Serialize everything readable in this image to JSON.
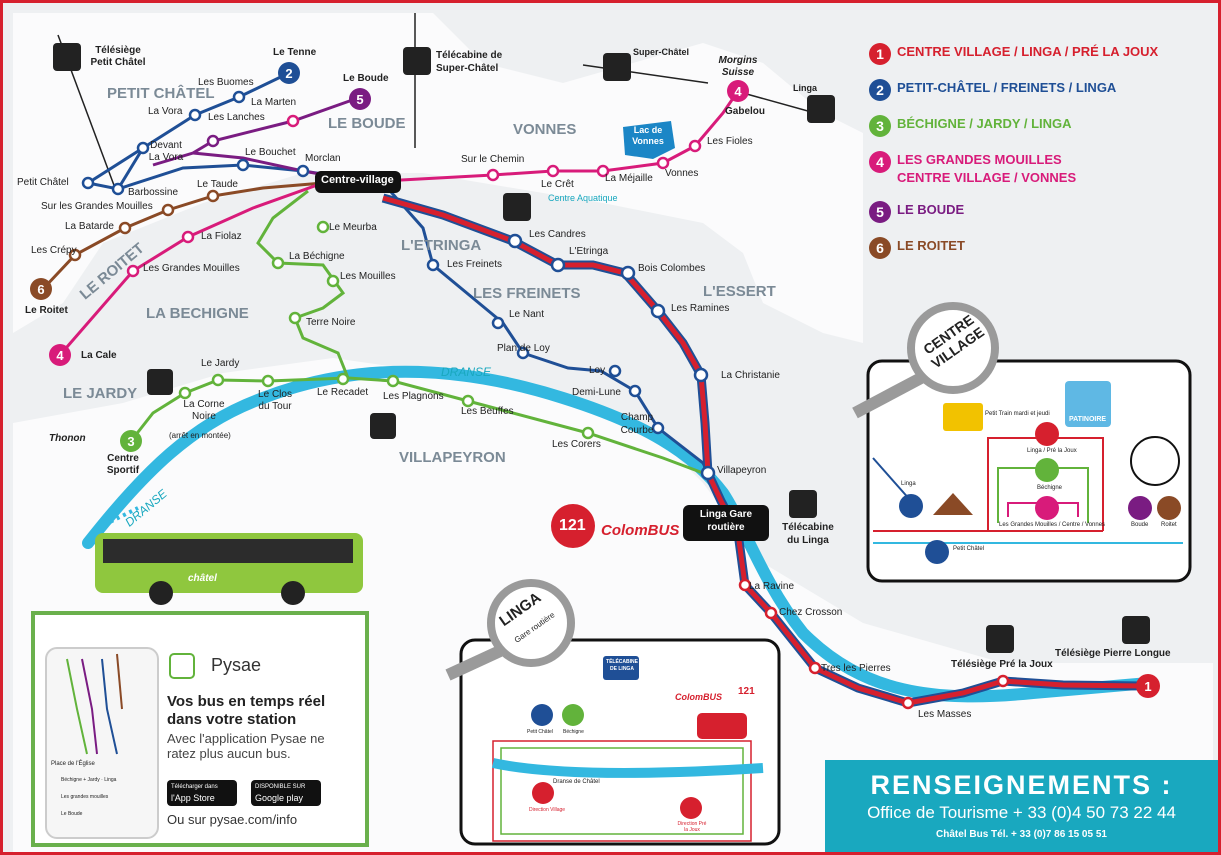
{
  "legend": {
    "items": [
      {
        "num": "1",
        "label": "CENTRE VILLAGE / LINGA / PRÉ LA JOUX",
        "color": "#d6202e"
      },
      {
        "num": "2",
        "label": "PETIT-CHÂTEL / FREINETS / LINGA",
        "color": "#1f4f96"
      },
      {
        "num": "3",
        "label": "BÉCHIGNE / JARDY / LINGA",
        "color": "#62b33b"
      },
      {
        "num": "4",
        "label": "LES GRANDES MOUILLES",
        "label2": "CENTRE VILLAGE / VONNES",
        "color": "#d81b7a"
      },
      {
        "num": "5",
        "label": "LE BOUDE",
        "color": "#7a1c82"
      },
      {
        "num": "6",
        "label": "LE ROITET",
        "color": "#8a4a26"
      }
    ]
  },
  "zones": {
    "petit_chatel": "PETIT CHÂTEL",
    "le_boude": "LE BOUDE",
    "vonnes": "VONNES",
    "le_roitet": "LE ROITET",
    "letringa": "L'ETRINGA",
    "les_freinets": "LES FREINETS",
    "lessert": "L'ESSERT",
    "la_bechigne": "LA BECHIGNE",
    "le_jardy": "LE JARDY",
    "villapeyron": "VILLAPEYRON",
    "dranse": "DRANSE"
  },
  "stops": {
    "telesiege_petit_chatel": "Télésiège Petit Châtel",
    "le_tenne": "Le Tenne",
    "les_buomes": "Les Buomes",
    "la_vora": "La Vora",
    "la_marten": "La Marten",
    "les_lanches": "Les Lanches",
    "devant_la_vora": "Devant La Vora",
    "le_bouchet": "Le Bouchet",
    "morclan": "Morclan",
    "petit_chatel": "Petit Châtel",
    "barbossine": "Barbossine",
    "le_taude": "Le Taude",
    "sur_les_grandes_mouilles": "Sur les Grandes Mouilles",
    "la_batarde": "La Batarde",
    "les_crepy": "Les Crépy",
    "le_roitet": "Le Roitet",
    "la_fiolaz": "La Fiolaz",
    "les_grandes_mouilles": "Les Grandes Mouilles",
    "la_cale": "La Cale",
    "le_meurba": "Le Meurba",
    "la_bechigne": "La Béchigne",
    "les_mouilles": "Les Mouilles",
    "terre_noire": "Terre Noire",
    "le_jardy": "Le Jardy",
    "la_corne_noire": "La Corne Noire",
    "arret_montee": "(arrêt en montée)",
    "le_clos_du_tour": "Le Clos du Tour",
    "le_recadet": "Le Recadet",
    "les_plagnons": "Les Plagnons",
    "les_beuffes": "Les Beuffes",
    "les_corers": "Les Corers",
    "centre_sportif": "Centre Sportif",
    "le_boude": "Le Boude",
    "centre_village": "Centre-village",
    "telecabine_super_chatel": "Télécabine de Super-Châtel",
    "super_chatel": "Super-Châtel",
    "morgins_suisse": "Morgins Suisse",
    "linga": "Linga",
    "gabelou": "Gabelou",
    "les_fioles": "Les Fioles",
    "vonnes": "Vonnes",
    "la_mejaille": "La Méjaille",
    "le_cret": "Le Crêt",
    "sur_le_chemin": "Sur le Chemin",
    "lac_de_vonnes": "Lac de Vonnes",
    "centre_aquatique": "Centre Aquatique",
    "les_candres": "Les Candres",
    "letringa": "L'Etringa",
    "bois_colombes": "Bois Colombes",
    "les_ramines": "Les Ramines",
    "la_christanie": "La Christanie",
    "les_freinets": "Les Freinets",
    "le_nant": "Le Nant",
    "plan_de_loy": "Plan de Loy",
    "loy": "Loy",
    "demi_lune": "Demi-Lune",
    "champ_courbe": "Champ Courbe",
    "villapeyron": "Villapeyron",
    "linga_gare": "Linga Gare routière",
    "telecabine_linga": "Télécabine du Linga",
    "la_ravine": "La Ravine",
    "chez_crosson": "Chez Crosson",
    "tres_les_pierres": "Tres les Pierres",
    "les_masses": "Les Masses",
    "telesiege_pre_la_joux": "Télésiège Pré la Joux",
    "telesiege_pierre_longue": "Télésiège Pierre Longue",
    "thonon": "Thonon"
  },
  "insets": {
    "centre_village": {
      "title": "CENTRE VILLAGE",
      "petit_train": "Petit Train mardi et jeudi",
      "patinoire": "PATINOIRE",
      "linga": "Linga",
      "petit_chatel": "Petit Châtel",
      "line1": "Linga / Pré la Joux",
      "line3": "Béchigne",
      "line4": "Les Grandes Mouilles / Centre / Vonnes",
      "boude": "Boude",
      "roitet": "Roitet"
    },
    "linga": {
      "title": "LINGA",
      "subtitle": "Gare routière",
      "telecabine": "TÉLÉCABINE DE LINGA",
      "petit_chatel": "Petit Châtel",
      "bechigne": "Béchigne",
      "dranse": "Dranse de Châtel",
      "direction_village": "Direction Village",
      "direction_pre": "Direction Pré la Joux"
    }
  },
  "bus": {
    "route_121": "121",
    "colombus": "ColomBUS",
    "brand": "châtel"
  },
  "pysae": {
    "app_name": "Pysae",
    "headline": "Vos bus en temps réel dans votre station",
    "sub": "Avec l'application Pysae ne ratez plus aucun bus.",
    "appstore_small": "Télécharger dans",
    "appstore": "l'App Store",
    "google_small": "DISPONIBLE SUR",
    "google": "Google play",
    "url": "Ou sur pysae.com/info",
    "phone_stop": "Place de l'Église",
    "phone_rows": [
      "Béchigne + Jardy · Linga",
      "Les grandes mouilles",
      "Le Boude"
    ]
  },
  "info": {
    "title": "RENSEIGNEMENTS :",
    "office": "Office de Tourisme + 33 (0)4 50 73 22 44",
    "bus": "Châtel Bus Tél. + 33 (0)7 86 15 05 51"
  },
  "colors": {
    "red": "#d6202e",
    "blue": "#1f4f96",
    "green": "#62b33b",
    "pink": "#d81b7a",
    "purple": "#7a1c82",
    "brown": "#8a4a26",
    "river": "#33b8e0",
    "teal": "#19a8bf"
  }
}
